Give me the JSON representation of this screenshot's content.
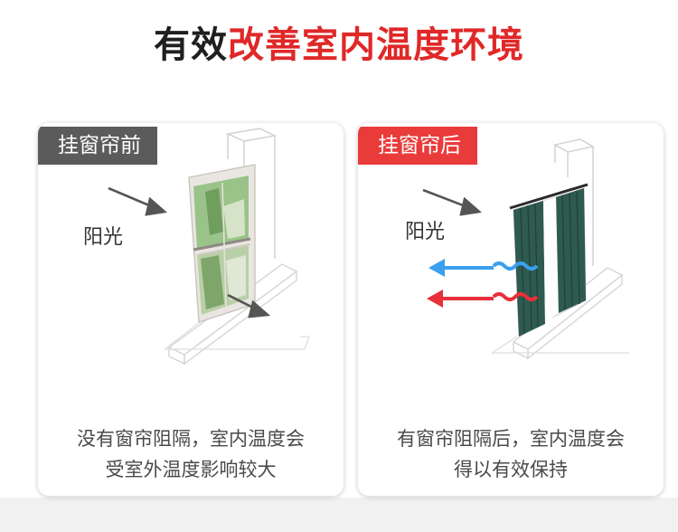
{
  "headline": {
    "dark": "有效",
    "red": "改善室内温度环境"
  },
  "panels": [
    {
      "tag": "挂窗帘前",
      "sun_label": "阳光",
      "caption_line1": "没有窗帘阻隔，室内温度会",
      "caption_line2": "受室外温度影响较大"
    },
    {
      "tag": "挂窗帘后",
      "sun_label": "阳光",
      "caption_line1": "有窗帘阻隔后，室内温度会",
      "caption_line2": "得以有效保持"
    }
  ],
  "colors": {
    "red": "#e02828",
    "tag_dark": "#5b5b5b",
    "tag_red": "#ea3b3b",
    "curtain": "#2f5a4f",
    "wave_blue": "#3aa0ee",
    "wave_red": "#e8303a"
  }
}
